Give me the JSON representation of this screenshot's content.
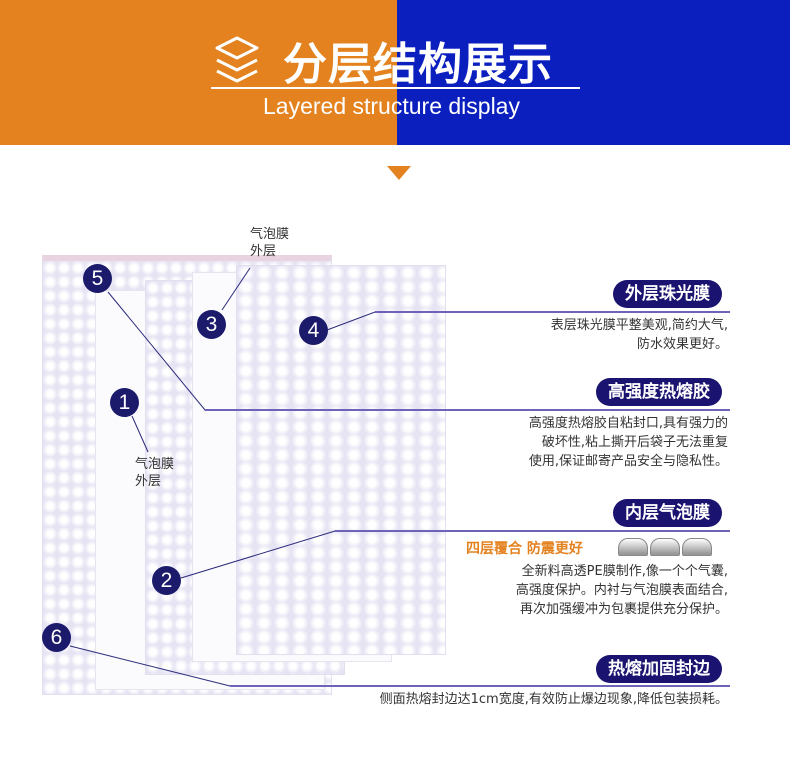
{
  "header": {
    "title": "分层结构展示",
    "subtitle": "Layered structure display",
    "icon": "layers-icon"
  },
  "colors": {
    "orange": "#e3821f",
    "blue": "#0b1fbf",
    "navy": "#1b1370"
  },
  "markers": [
    "1",
    "2",
    "3",
    "4",
    "5",
    "6"
  ],
  "labels": {
    "top": "气泡膜\n外层",
    "left": "气泡膜\n外层"
  },
  "features": [
    {
      "title": "外层珠光膜",
      "desc": "表层珠光膜平整美观,简约大气,\n防水效果更好。"
    },
    {
      "title": "高强度热熔胶",
      "desc": "高强度热熔胶自粘封口,具有强力的\n破坏性,粘上撕开后袋子无法重复\n使用,保证邮寄产品安全与隐私性。"
    },
    {
      "title": "内层气泡膜",
      "highlight": "四层覆合 防震更好",
      "desc": "全新料高透PE膜制作,像一个个气囊,\n高强度保护。内衬与气泡膜表面结合,\n再次加强缓冲为包裹提供充分保护。"
    },
    {
      "title": "热熔加固封边",
      "desc": "侧面热熔封边达1cm宽度,有效防止爆边现象,降低包装损耗。"
    }
  ]
}
